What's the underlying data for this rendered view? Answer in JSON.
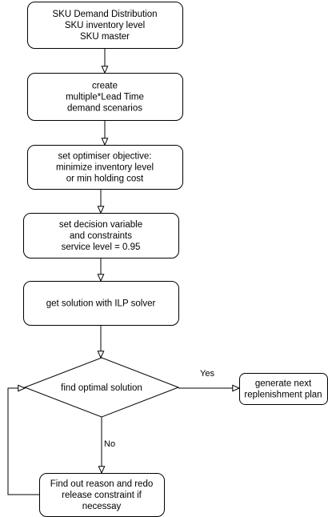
{
  "flowchart": {
    "nodes": [
      {
        "id": "inputs",
        "kind": "process",
        "lines": [
          "SKU Demand Distribution",
          "SKU inventory level",
          "SKU master"
        ]
      },
      {
        "id": "scenarios",
        "kind": "process",
        "lines": [
          "create",
          "multiple*Lead Time",
          "demand scenarios"
        ]
      },
      {
        "id": "objective",
        "kind": "process",
        "lines": [
          "set optimiser objective:",
          "minimize inventory level",
          "or min holding cost"
        ]
      },
      {
        "id": "constraints",
        "kind": "process",
        "lines": [
          "set decision variable",
          "and constraints",
          "service level = 0.95"
        ]
      },
      {
        "id": "solve",
        "kind": "process",
        "lines": [
          "get solution with ILP solver"
        ]
      },
      {
        "id": "optimal",
        "kind": "decision",
        "lines": [
          "find optimal solution"
        ]
      },
      {
        "id": "plan",
        "kind": "process",
        "lines": [
          "generate next",
          "replenishment plan"
        ]
      },
      {
        "id": "redo",
        "kind": "process",
        "lines": [
          "Find out reason and redo",
          "release constraint if",
          "necessay"
        ]
      }
    ],
    "edges": [
      {
        "from": "inputs",
        "to": "scenarios",
        "label": ""
      },
      {
        "from": "scenarios",
        "to": "objective",
        "label": ""
      },
      {
        "from": "objective",
        "to": "constraints",
        "label": ""
      },
      {
        "from": "constraints",
        "to": "solve",
        "label": ""
      },
      {
        "from": "solve",
        "to": "optimal",
        "label": ""
      },
      {
        "from": "optimal",
        "to": "plan",
        "label": "Yes"
      },
      {
        "from": "optimal",
        "to": "redo",
        "label": "No"
      },
      {
        "from": "redo",
        "to": "optimal",
        "label": ""
      }
    ]
  }
}
